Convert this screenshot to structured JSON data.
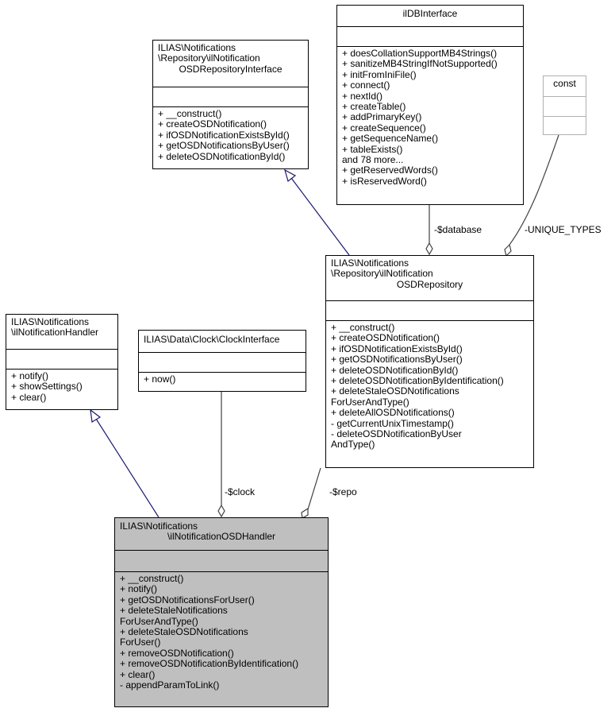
{
  "classes": {
    "db_interface": {
      "title": [
        "ilDBInterface"
      ],
      "attributes": [],
      "methods": [
        "+ doesCollationSupportMB4Strings()",
        "+ sanitizeMB4StringIfNotSupported()",
        "+ initFromIniFile()",
        "+ connect()",
        "+ nextId()",
        "+ createTable()",
        "+ addPrimaryKey()",
        "+ createSequence()",
        "+ getSequenceName()",
        "+ tableExists()",
        "and 78 more...",
        "+ getReservedWords()",
        "+ isReservedWord()"
      ]
    },
    "repo_interface": {
      "title": [
        "ILIAS\\Notifications",
        "\\Repository\\ilNotification",
        "OSDRepositoryInterface"
      ],
      "attributes": [],
      "methods": [
        "+ __construct()",
        "+ createOSDNotification()",
        "+ ifOSDNotificationExistsById()",
        "+ getOSDNotificationsByUser()",
        "+ deleteOSDNotificationById()"
      ]
    },
    "const": {
      "title": [
        "const"
      ],
      "attributes": [],
      "methods": []
    },
    "repository": {
      "title": [
        "ILIAS\\Notifications",
        "\\Repository\\ilNotification",
        "OSDRepository"
      ],
      "attributes": [],
      "methods": [
        "+ __construct()",
        "+ createOSDNotification()",
        "+ ifOSDNotificationExistsById()",
        "+ getOSDNotificationsByUser()",
        "+ deleteOSDNotificationById()",
        "+ deleteOSDNotificationByIdentification()",
        "+ deleteStaleOSDNotifications",
        "ForUserAndType()",
        "+ deleteAllOSDNotifications()",
        "- getCurrentUnixTimestamp()",
        "- deleteOSDNotificationByUser",
        "AndType()"
      ]
    },
    "handler_interface": {
      "title": [
        "ILIAS\\Notifications",
        "\\ilNotificationHandler"
      ],
      "attributes": [],
      "methods": [
        "+ notify()",
        "+ showSettings()",
        "+ clear()"
      ]
    },
    "clock_interface": {
      "title": [
        "ILIAS\\Data\\Clock\\ClockInterface"
      ],
      "attributes": [],
      "methods": [
        "+ now()"
      ]
    },
    "osd_handler": {
      "title": [
        "ILIAS\\Notifications",
        "\\ilNotificationOSDHandler"
      ],
      "attributes": [],
      "methods": [
        "+ __construct()",
        "+ notify()",
        "+ getOSDNotificationsForUser()",
        "+ deleteStaleNotifications",
        "ForUserAndType()",
        "+ deleteStaleOSDNotifications",
        "ForUser()",
        "+ removeOSDNotification()",
        "+ removeOSDNotificationByIdentification()",
        "+ clear()",
        "- appendParamToLink()"
      ]
    }
  },
  "relations": {
    "database": "-$database",
    "unique_types": "-UNIQUE_TYPES",
    "clock": "-$clock",
    "repo": "-$repo"
  },
  "colors": {
    "inheritance": "#191970",
    "association": "#404040",
    "focus_fill": "#bfbfbf",
    "external_border": "#b0b0b0"
  }
}
